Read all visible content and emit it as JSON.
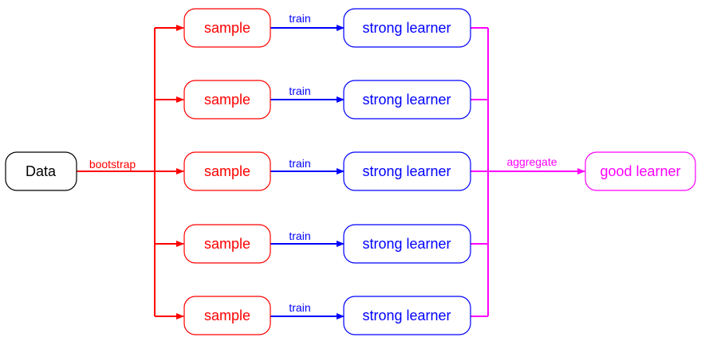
{
  "colors": {
    "data": "#000000",
    "bootstrap": "#ff0000",
    "train": "#0000ff",
    "aggregate": "#ff00ff"
  },
  "nodes": {
    "data": {
      "label": "Data"
    },
    "samples": [
      {
        "label": "sample"
      },
      {
        "label": "sample"
      },
      {
        "label": "sample"
      },
      {
        "label": "sample"
      },
      {
        "label": "sample"
      }
    ],
    "learners": [
      {
        "label": "strong learner"
      },
      {
        "label": "strong learner"
      },
      {
        "label": "strong learner"
      },
      {
        "label": "strong learner"
      },
      {
        "label": "strong learner"
      }
    ],
    "output": {
      "label": "good learner"
    }
  },
  "edges": {
    "bootstrap_label": "bootstrap",
    "train_labels": [
      "train",
      "train",
      "train",
      "train",
      "train"
    ],
    "aggregate_label": "aggregate"
  }
}
